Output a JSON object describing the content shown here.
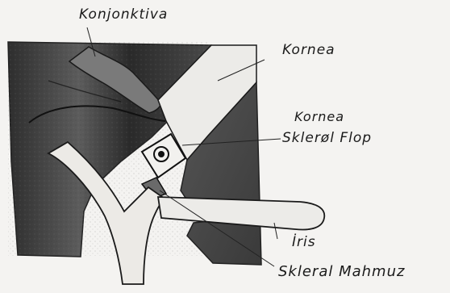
{
  "labels": {
    "konjonktiva": "Konjonktiva",
    "kornea_top": "Kornea",
    "kornea_mid": "Kornea",
    "skleral_flop": "Sklerøl Flop",
    "iris": "İris",
    "skleral_mahmuz": "Skleral Mahmuz"
  },
  "colors": {
    "background": "#f4f3f1",
    "tissue_dark": "#3a3a3a",
    "tissue_mid": "#6a6a6a",
    "light_structure": "#e8e6e2",
    "ink": "#1a1a1a"
  }
}
